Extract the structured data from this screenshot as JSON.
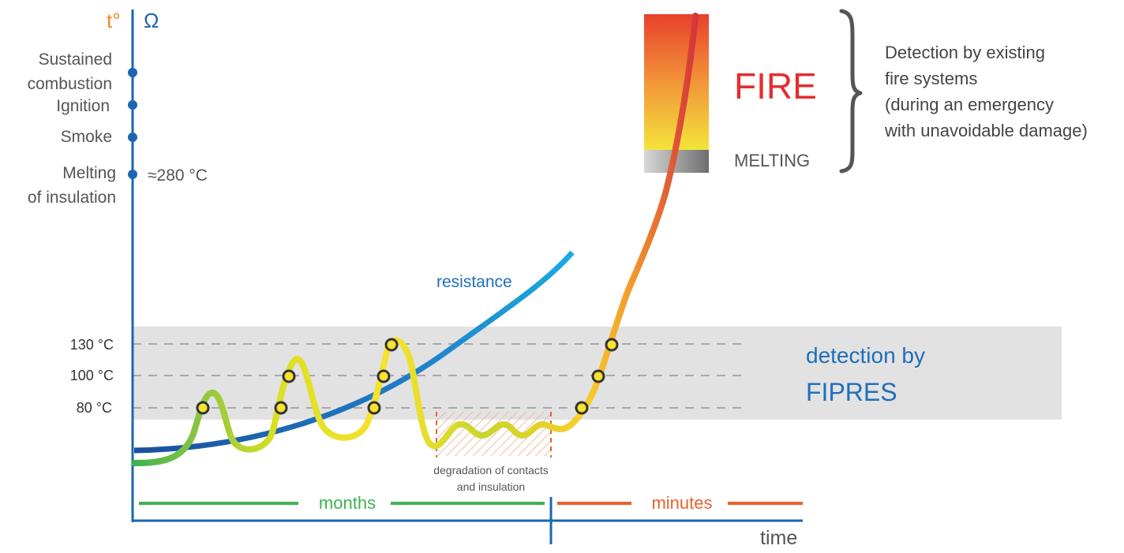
{
  "axes": {
    "temp_symbol": "t°",
    "resistance_symbol": "Ω",
    "time_label": "time"
  },
  "stages": [
    {
      "lines": [
        "Sustained",
        "combustion"
      ]
    },
    {
      "lines": [
        "Ignition"
      ]
    },
    {
      "lines": [
        "Smoke"
      ]
    },
    {
      "lines": [
        "Melting",
        "of insulation"
      ]
    }
  ],
  "melting_temp": "≈280 °C",
  "thresholds": [
    "130 °C",
    "100 °C",
    "80 °C"
  ],
  "resistance_label": "resistance",
  "fipres_band": {
    "line1": "detection by",
    "line2": "FIPRES"
  },
  "degradation_label": {
    "line1": "degradation of contacts",
    "line2": "and insulation"
  },
  "timeline": {
    "months": "months",
    "minutes": "minutes"
  },
  "fire_block": {
    "fire": "FIRE",
    "melting": "MELTING"
  },
  "existing_detection": {
    "lines": [
      "Detection by existing",
      "fire systems",
      "(during an emergency",
      "with unavoidable damage)"
    ]
  },
  "colors": {
    "axis_blue": "#1a67b0",
    "orange": "#ef8a22",
    "green": "#3fb34f",
    "red_orange": "#e9622c",
    "fire_red": "#e42d2d",
    "band_gray": "#e2e2e3",
    "text_gray": "#555555",
    "resistance_blue": "#1f6fb8"
  }
}
